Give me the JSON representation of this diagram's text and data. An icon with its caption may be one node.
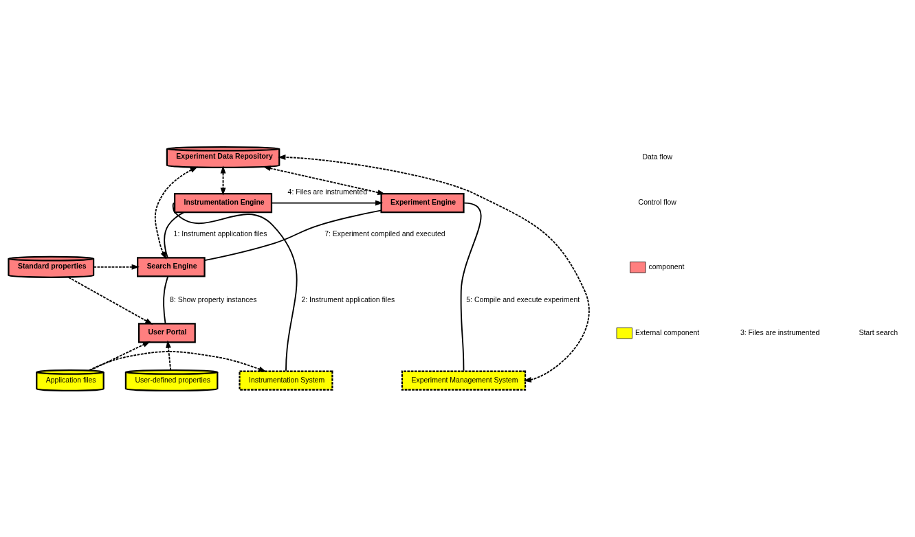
{
  "diagram": {
    "nodes": [
      {
        "text": [
          "Instrumentation Engine"
        ]
      },
      {
        "text": [
          "Experiment Engine"
        ]
      },
      {
        "text": [
          "Search Engine"
        ]
      },
      {
        "text": [
          "User Portal"
        ]
      },
      {
        "text": [
          "Experiment Data Repository"
        ]
      },
      {
        "text": [
          "Standard properties"
        ]
      },
      {
        "text": [
          "Instrumentation System"
        ]
      },
      {
        "text": [
          "Application files"
        ]
      },
      {
        "text": [
          "User-defined properties"
        ]
      },
      {
        "text": [
          "Experiment Management System"
        ]
      }
    ],
    "edges": [
      {
        "from": 0,
        "to": 4,
        "arrow": "both",
        "style": "dashed"
      },
      {
        "from": 2,
        "to": 4,
        "arrow": "both",
        "style": "dashed"
      },
      {
        "from": 1,
        "to": 4,
        "arrow": "both",
        "style": "dashed"
      },
      {
        "from": 9,
        "to": 4,
        "arrow": "both",
        "style": "dashed"
      },
      {
        "from": 0,
        "to": 1,
        "arrow": "to",
        "label": "4: Files are instrumented"
      },
      {
        "from": 0,
        "to": 6,
        "arrow": "none",
        "label": "2: Instrument application files"
      },
      {
        "from": 0,
        "to": 2,
        "arrow": "none",
        "label": "1: Instrument application files"
      },
      {
        "from": 1,
        "to": 2,
        "arrow": "none",
        "label": "7: Experiment compiled and executed"
      },
      {
        "from": 1,
        "to": 9,
        "arrow": "none",
        "label": "5: Compile and execute experiment"
      },
      {
        "from": 2,
        "to": 3,
        "arrow": "none",
        "label": "8: Show property instances"
      },
      {
        "from": 5,
        "to": 2,
        "arrow": "to",
        "style": "dashed"
      },
      {
        "from": 5,
        "to": 3,
        "arrow": "to",
        "style": "dashed"
      },
      {
        "from": 7,
        "to": 3,
        "arrow": "to",
        "style": "dashed"
      },
      {
        "from": 8,
        "to": 3,
        "arrow": "to",
        "style": "dashed"
      },
      {
        "from": 7,
        "to": 6,
        "arrow": "to",
        "style": "dashed"
      }
    ],
    "labels": [
      "Start search",
      "3: Files are instrumented"
    ],
    "legend": [
      {
        "text": "Data flow"
      },
      {
        "text": "Control flow"
      },
      {
        "text": "component",
        "color": "#ff7f7f"
      },
      {
        "text": "External component",
        "color": "#ffff00"
      }
    ]
  }
}
